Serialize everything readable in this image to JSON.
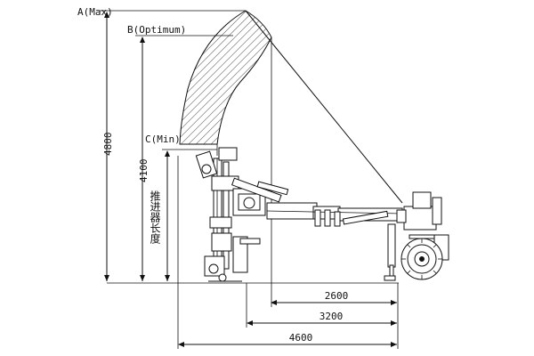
{
  "labels": {
    "a": "A(Max)",
    "b": "B(Optimum)",
    "c": "C(Min)",
    "feed_length": "推进器长度"
  },
  "dimensions": {
    "h_max": "4800",
    "h_opt": "4100",
    "w_min": "2600",
    "w_opt": "3200",
    "w_max": "4600"
  },
  "colors": {
    "line": "#111111",
    "background": "#ffffff"
  }
}
